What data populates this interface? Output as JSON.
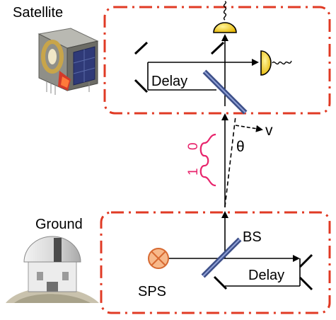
{
  "labels": {
    "satellite": "Satellite",
    "ground": "Ground",
    "delay_top": "Delay",
    "delay_bottom": "Delay",
    "bs": "BS",
    "sps": "SPS",
    "v": "v",
    "theta": "θ",
    "pulse_one": "1",
    "pulse_zero": "0"
  },
  "colors": {
    "box_border": "#e03a24",
    "pulse": "#e8246c",
    "detector": "#f3c600",
    "beamsplitter": "#3d4f88",
    "source_fill": "#f7b98b",
    "source_stroke": "#d76a32"
  },
  "icons": {
    "satellite_image": "satellite-spacecraft-icon",
    "ground_image": "observatory-dome-icon"
  }
}
